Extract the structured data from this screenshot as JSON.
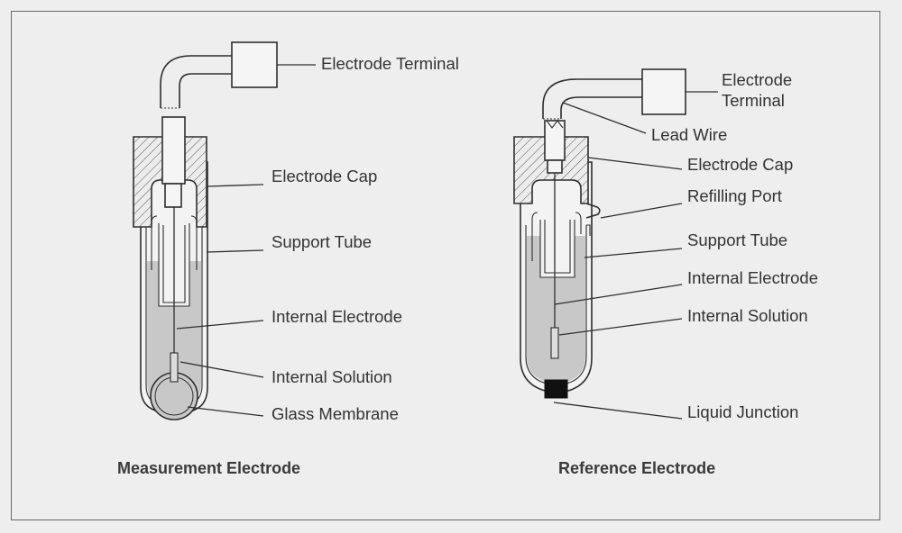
{
  "measurement": {
    "caption": "Measurement Electrode",
    "labels": {
      "terminal": "Electrode Terminal",
      "cap": "Electrode Cap",
      "support_tube": "Support Tube",
      "internal_electrode": "Internal Electrode",
      "internal_solution": "Internal Solution",
      "glass_membrane": "Glass Membrane"
    }
  },
  "reference": {
    "caption": "Reference Electrode",
    "labels": {
      "terminal_line1": "Electrode",
      "terminal_line2": "Terminal",
      "lead_wire": "Lead Wire",
      "cap": "Electrode Cap",
      "refilling_port": "Refilling Port",
      "support_tube": "Support Tube",
      "internal_electrode": "Internal Electrode",
      "internal_solution": "Internal Solution",
      "liquid_junction": "Liquid Junction"
    }
  },
  "colors": {
    "solution": "#c8c8c8",
    "liquid_junction": "#111111",
    "outline": "#2e2e2e",
    "background": "#eeeeee"
  }
}
